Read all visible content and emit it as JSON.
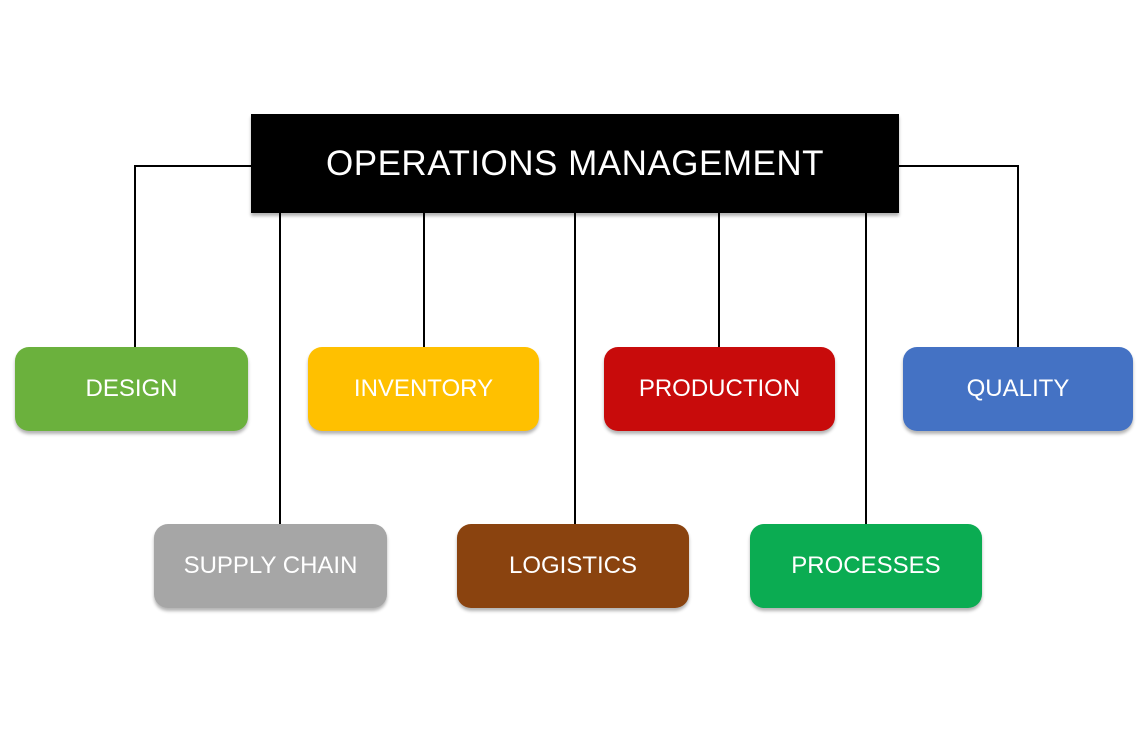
{
  "diagram": {
    "background_color": "#FFFFFF",
    "connector_color": "#000000",
    "text_color": "#FFFFFF",
    "root": {
      "label": "OPERATIONS MANAGEMENT",
      "color": "#000000"
    },
    "nodes": [
      {
        "id": "design",
        "label": "DESIGN",
        "color": "#6BB13D"
      },
      {
        "id": "inventory",
        "label": "INVENTORY",
        "color": "#FFC000"
      },
      {
        "id": "production",
        "label": "PRODUCTION",
        "color": "#C80B0B"
      },
      {
        "id": "quality",
        "label": "QUALITY",
        "color": "#4472C4"
      },
      {
        "id": "supply_chain",
        "label": "SUPPLY CHAIN",
        "color": "#A6A6A6"
      },
      {
        "id": "logistics",
        "label": "LOGISTICS",
        "color": "#8A430F"
      },
      {
        "id": "processes",
        "label": "PROCESSES",
        "color": "#0BAC52"
      }
    ]
  }
}
